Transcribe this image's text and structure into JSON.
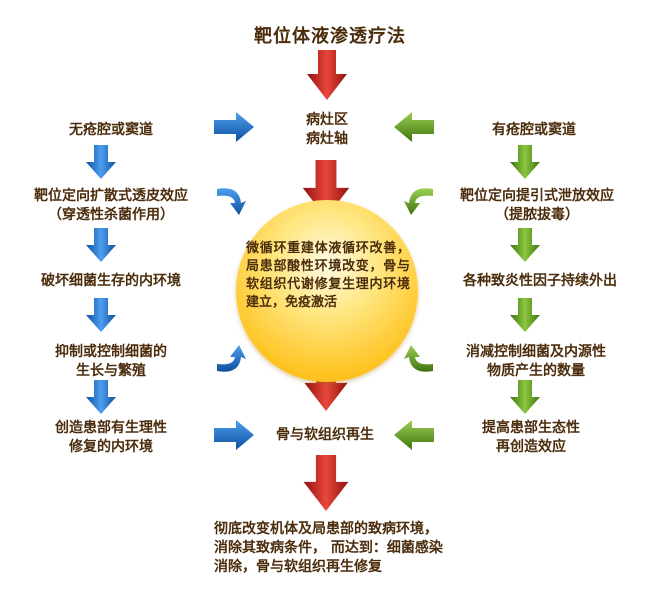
{
  "title": "靶位体液渗透疗法",
  "center": {
    "label": [
      "病灶区",
      "病灶轴"
    ],
    "circle_text": "微循环重建体液循环改善，局患部酸性环境改变，骨与软组织代谢修复生理内环境建立，免疫激活",
    "regen": "骨与软组织再生",
    "final": [
      "彻底改变机体及局患部的致病环境，",
      "消除其致病条件， 而达到：细菌感染",
      "消除，骨与软组织再生修复"
    ]
  },
  "left_steps": [
    [
      "无疮腔或窦道"
    ],
    [
      "靶位定向扩散式透皮效应",
      "（穿透性杀菌作用）"
    ],
    [
      "破坏细菌生存的内环境"
    ],
    [
      "抑制或控制细菌的",
      "生长与繁殖"
    ],
    [
      "创造患部有生理性",
      "修复的内环境"
    ]
  ],
  "right_steps": [
    [
      "有疮腔或窦道"
    ],
    [
      "靶位定向提引式泄放效应",
      "（提脓拔毒）"
    ],
    [
      "各种致炎性因子持续外出"
    ],
    [
      "消减控制细菌及内源性",
      "物质产生的数量"
    ],
    [
      "提高患部生态性",
      "再创造效应"
    ]
  ],
  "colors": {
    "text": "#4b2d0c",
    "red_arrow": "#c8231c",
    "blue_arrow": "#1f6fc4",
    "green_arrow": "#5c9a1a",
    "circle": "#ffc321"
  },
  "icons": {
    "red": "arrow-down-icon",
    "blue": "arrow-icon",
    "green": "arrow-icon",
    "curved": "curved-arrow-icon"
  }
}
